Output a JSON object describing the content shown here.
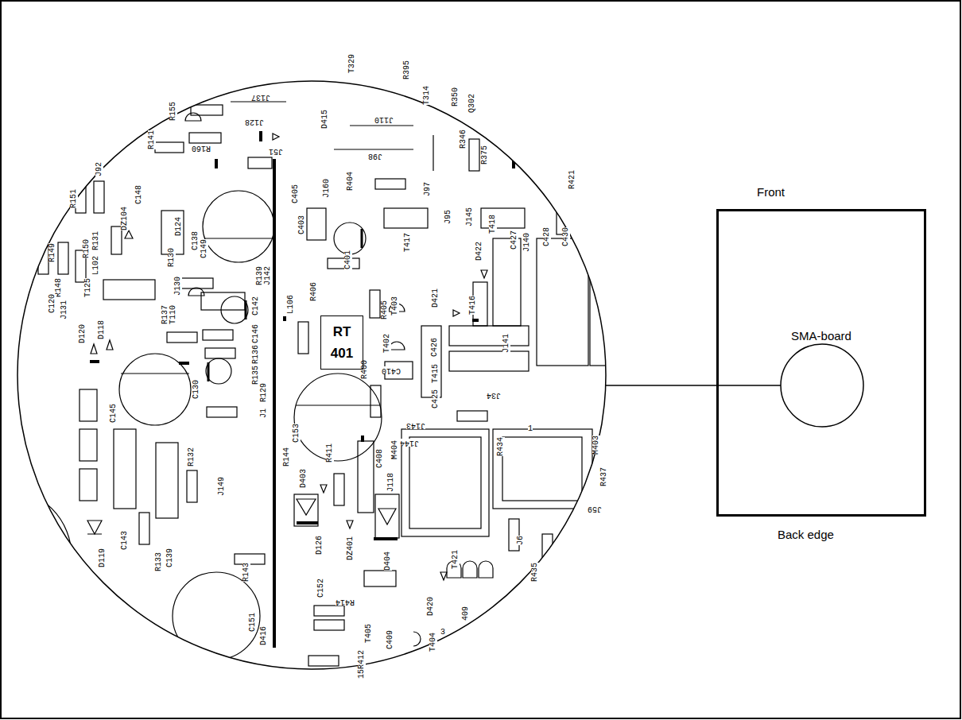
{
  "diagram": {
    "nodes": [
      {
        "text": [
          "RT 401"
        ]
      },
      {
        "text": [
          "Front",
          "SMA-board",
          "Back edge"
        ]
      }
    ],
    "labels": [
      "T329",
      "R395",
      "T314",
      "R350",
      "Q302",
      "R155",
      "J137",
      "R141",
      "J128",
      "D415",
      "R160",
      "J110",
      "R346",
      "R375",
      "J98",
      "J51",
      "J92",
      "C148",
      "C405",
      "J160",
      "R404",
      "J97",
      "R421",
      "R151",
      "C403",
      "T417",
      "J95",
      "J145",
      "C401",
      "T418",
      "C427",
      "J140",
      "C428",
      "C430",
      "R131",
      "DZ104",
      "D124",
      "C138",
      "C149",
      "R149",
      "R150",
      "R130",
      "D422",
      "L102",
      "J130",
      "R139",
      "J142",
      "R148",
      "T125",
      "R406",
      "C142",
      "L106",
      "R405",
      "T403",
      "D421",
      "T416",
      "C120",
      "J131",
      "R137",
      "T110",
      "C146",
      "R136",
      "R135",
      "T402",
      "D120",
      "D118",
      "C426",
      "J141",
      "R400",
      "C410",
      "T415",
      "C425",
      "J34",
      "C145",
      "C130",
      "R129",
      "J1",
      "J143",
      "C153",
      "J144",
      "M404",
      "R434",
      "M403",
      "R144",
      "C408",
      "R411",
      "D403",
      "J118",
      "R437",
      "R132",
      "J149",
      "J59",
      "C143",
      "J6",
      "D126",
      "DZ401",
      "C139",
      "R133",
      "D119",
      "D404",
      "T421",
      "R435",
      "R143",
      "C152",
      "R414",
      "D420",
      "409",
      "3",
      "C151",
      "D416",
      "T405",
      "C409",
      "T404",
      "15R412",
      "1"
    ]
  }
}
